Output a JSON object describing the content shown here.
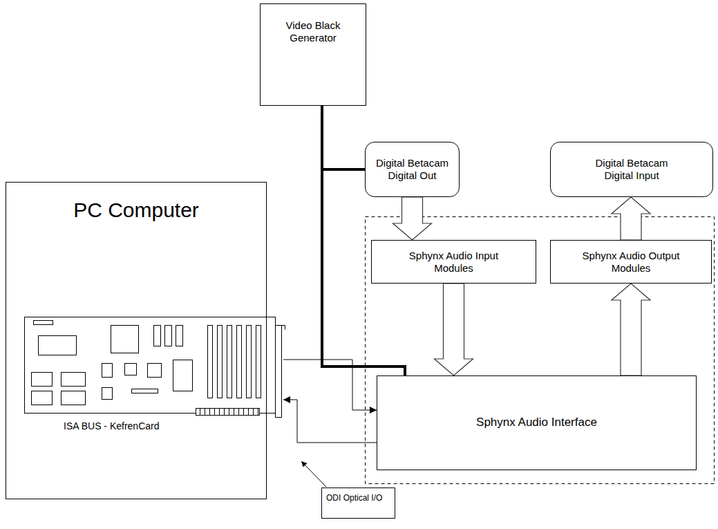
{
  "diagram": {
    "nodes": [
      {
        "text": [
          "Video Black Generator"
        ]
      },
      {
        "text": [
          "PC Computer"
        ]
      },
      {
        "text": [
          "ISA BUS - KefrenCard"
        ],
        "in": 1
      },
      {
        "text": [
          "Digital Betacam Digital Out"
        ]
      },
      {
        "text": [
          "Digital Betacam Digital Input"
        ]
      },
      {
        "text": [
          "Sphynx Audio Input Modules"
        ]
      },
      {
        "text": [
          "Sphynx Audio Output Modules"
        ]
      },
      {
        "text": [
          "Sphynx Audio Interface"
        ]
      },
      {
        "text": [
          "ODI Optical I/O"
        ]
      }
    ],
    "edges": [
      {
        "from": 0,
        "to": 3,
        "arrow": "none"
      },
      {
        "from": 0,
        "to": 7,
        "arrow": "none"
      },
      {
        "from": 2,
        "to": 7,
        "arrow": "to"
      },
      {
        "from": 7,
        "to": 2,
        "arrow": "to"
      },
      {
        "from": 3,
        "to": 5,
        "arrow": "to"
      },
      {
        "from": 5,
        "to": 7,
        "arrow": "to"
      },
      {
        "from": 7,
        "to": 6,
        "arrow": "to"
      },
      {
        "from": 6,
        "to": 4,
        "arrow": "to"
      }
    ]
  }
}
